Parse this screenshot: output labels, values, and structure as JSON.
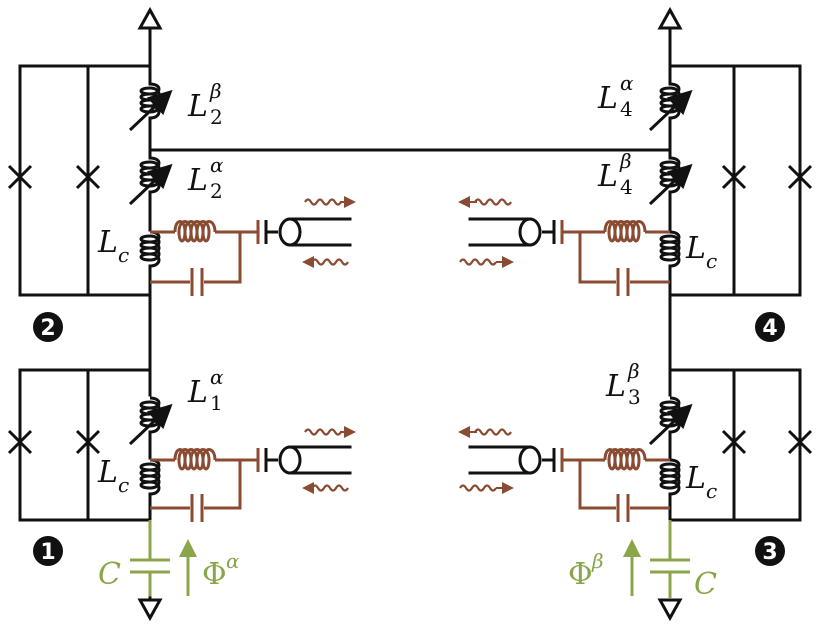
{
  "colors": {
    "wire": "#111111",
    "readout": "#8a4b32",
    "bias": "#8aa54a"
  },
  "inductors": {
    "L2b": {
      "base": "L",
      "sub": "2",
      "sup": "β"
    },
    "L2a": {
      "base": "L",
      "sub": "2",
      "sup": "α"
    },
    "L1a": {
      "base": "L",
      "sub": "1",
      "sup": "α"
    },
    "L4a": {
      "base": "L",
      "sub": "4",
      "sup": "α"
    },
    "L4b": {
      "base": "L",
      "sub": "4",
      "sup": "β"
    },
    "L3b": {
      "base": "L",
      "sub": "3",
      "sup": "β"
    },
    "Lc": {
      "base": "L",
      "sub": "c"
    }
  },
  "bias": {
    "capacitor_label": "C",
    "flux_left": {
      "base": "Φ",
      "sup": "α"
    },
    "flux_right": {
      "base": "Φ",
      "sup": "β"
    }
  },
  "node_numbers": {
    "n1": "1",
    "n2": "2",
    "n3": "3",
    "n4": "4"
  }
}
